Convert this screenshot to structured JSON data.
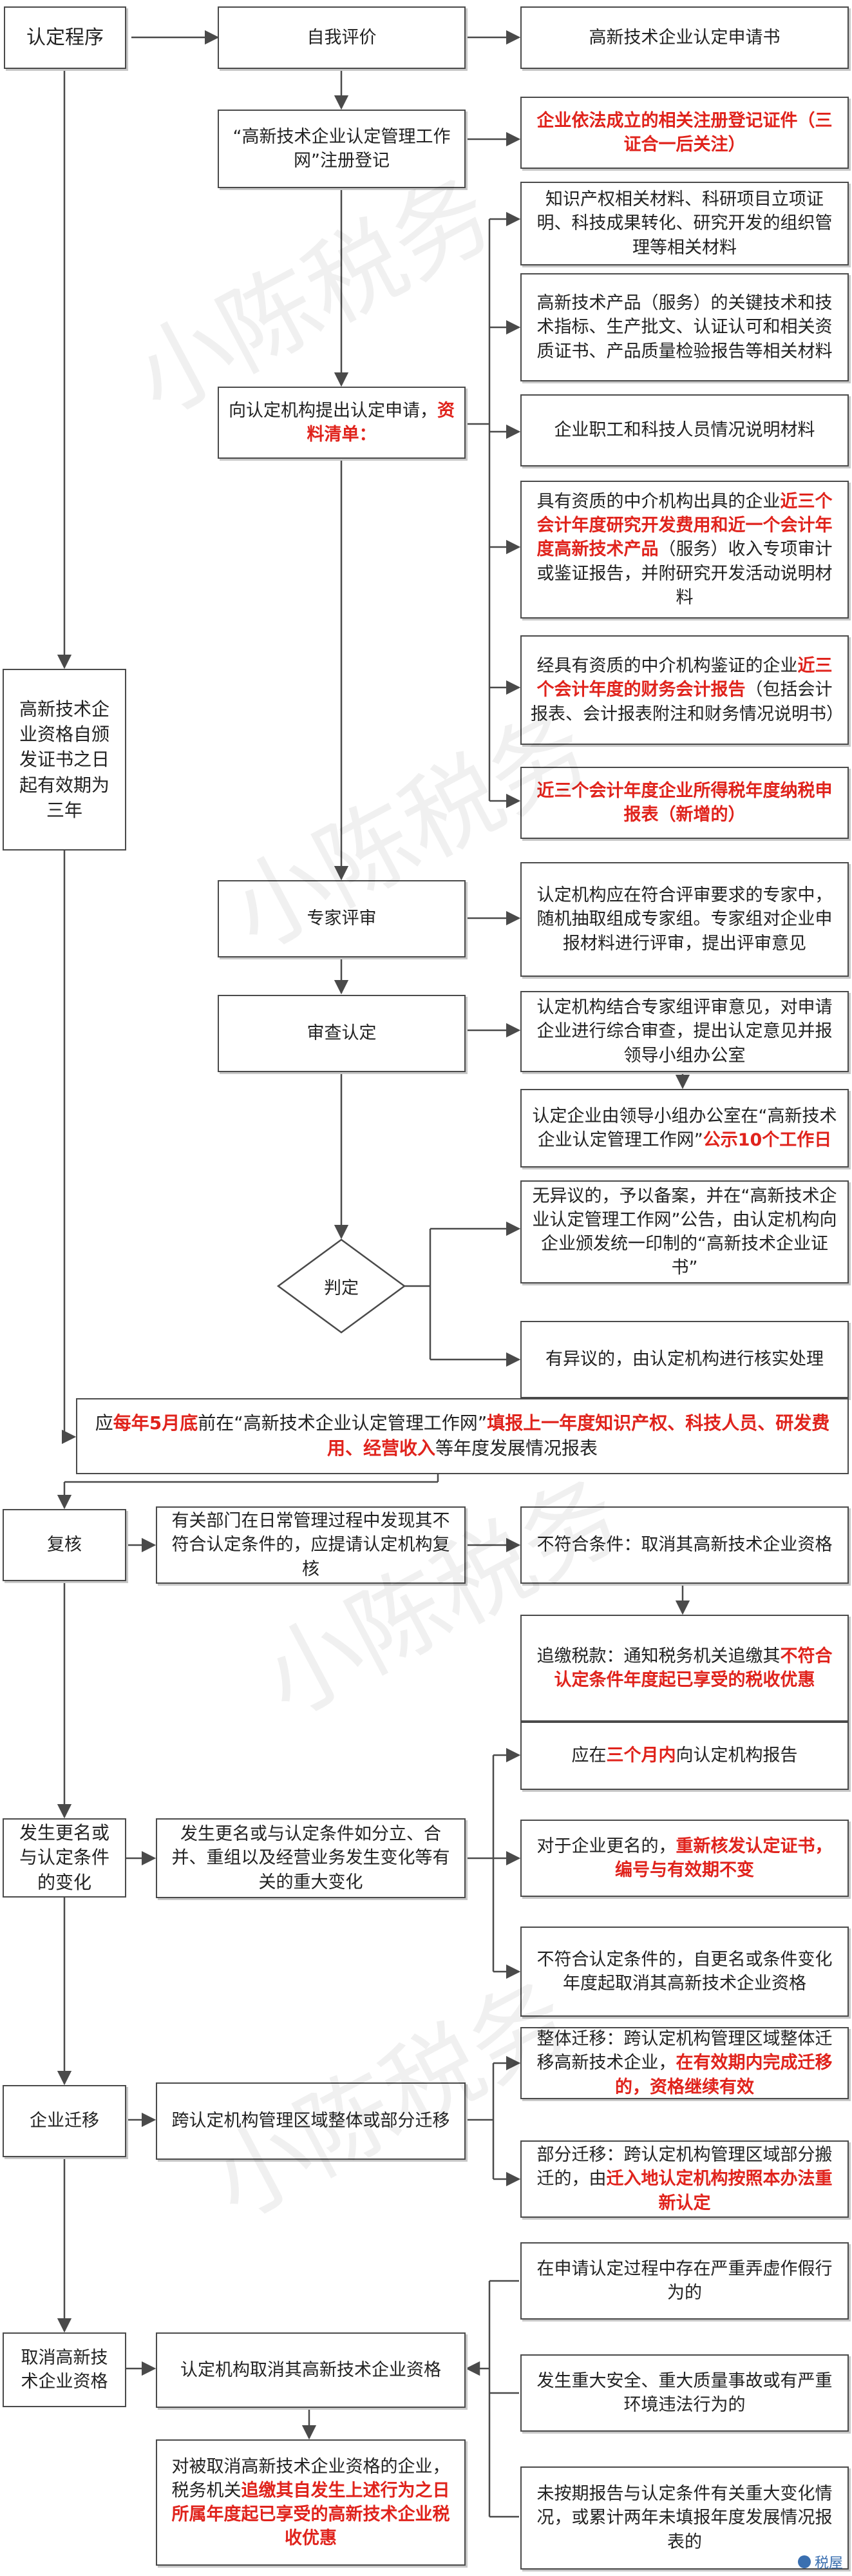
{
  "nodes": {
    "n_prog": {
      "text": "认定程序"
    },
    "n_self": {
      "text": "自我评价"
    },
    "n_reg": {
      "text": "“高新技术企业认定管理工作网”注册登记"
    },
    "n_apply": {
      "runs": [
        {
          "t": "向认定机构提出认定申请，"
        },
        {
          "t": "资料清单：",
          "red": true
        }
      ]
    },
    "n_valid": {
      "text": "高新技术企业资格自颁发证书之日起有效期为三年"
    },
    "n_doc1": {
      "text": "高新技术企业认定申请书"
    },
    "n_doc2": {
      "runs": [
        {
          "t": "企业依法成立的相关注册登记证件（三证合一后关注）",
          "red": true
        }
      ]
    },
    "n_doc3": {
      "text": "知识产权相关材料、科研项目立项证明、科技成果转化、研究开发的组织管理等相关材料"
    },
    "n_doc4": {
      "text": "高新技术产品（服务）的关键技术和技术指标、生产批文、认证认可和相关资质证书、产品质量检验报告等相关材料"
    },
    "n_doc5": {
      "text": "企业职工和科技人员情况说明材料"
    },
    "n_doc6": {
      "runs": [
        {
          "t": "具有资质的中介机构出具的企业"
        },
        {
          "t": "近三个会计年度研究开发费用和近一个会计年度高新技术产品",
          "red": true
        },
        {
          "t": "（服务）收入专项审计或鉴证报告，并附研究开发活动说明材料"
        }
      ]
    },
    "n_doc7": {
      "runs": [
        {
          "t": "经具有资质的中介机构鉴证的企业"
        },
        {
          "t": "近三个会计年度的财务会计报告",
          "red": true
        },
        {
          "t": "（包括会计报表、会计报表附注和财务情况说明书）"
        }
      ]
    },
    "n_doc8": {
      "runs": [
        {
          "t": "近三个会计年度企业所得税年度纳税申报表（新增的）",
          "red": true
        }
      ]
    },
    "n_expert": {
      "text": "专家评审"
    },
    "n_expert_d": {
      "text": "认定机构应在符合评审要求的专家中，随机抽取组成专家组。专家组对企业申报材料进行评审，提出评审意见"
    },
    "n_review": {
      "text": "审查认定"
    },
    "n_review_d1": {
      "text": "认定机构结合专家组评审意见，对申请企业进行综合审查，提出认定意见并报领导小组办公室"
    },
    "n_review_d2": {
      "runs": [
        {
          "t": "认定企业由领导小组办公室在“高新技术企业认定管理工作网”"
        },
        {
          "t": "公示10个工作日",
          "red": true
        }
      ]
    },
    "n_judge": {
      "text": "判定"
    },
    "n_judge_d1": {
      "text": "无异议的，予以备案，并在“高新技术企业认定管理工作网”公告，由认定机构向企业颁发统一印制的“高新技术企业证书”"
    },
    "n_judge_d2": {
      "text": "有异议的，由认定机构进行核实处理"
    },
    "n_annual": {
      "runs": [
        {
          "t": "应"
        },
        {
          "t": "每年5月底",
          "red": true
        },
        {
          "t": "前在“高新技术企业认定管理工作网”"
        },
        {
          "t": "填报上一年度知识产权、科技人员、研发费用、经营收入",
          "red": true
        },
        {
          "t": "等年度发展情况报表"
        }
      ]
    },
    "n_recheck": {
      "text": "复核"
    },
    "n_recheck_d": {
      "text": "有关部门在日常管理过程中发现其不符合认定条件的，应提请认定机构复核"
    },
    "n_recheck_r1": {
      "text": "不符合条件：取消其高新技术企业资格"
    },
    "n_recheck_r2": {
      "runs": [
        {
          "t": "追缴税款：通知税务机关追缴其"
        },
        {
          "t": "不符合认定条件年度起已享受的税收优惠",
          "red": true
        }
      ]
    },
    "n_change": {
      "text": "发生更名或与认定条件的变化"
    },
    "n_change_d": {
      "text": "发生更名或与认定条件如分立、合并、重组以及经营业务发生变化等有关的重大变化"
    },
    "n_change_r1": {
      "runs": [
        {
          "t": "应在"
        },
        {
          "t": "三个月内",
          "red": true
        },
        {
          "t": "向认定机构报告"
        }
      ]
    },
    "n_change_r2": {
      "runs": [
        {
          "t": "对于企业更名的，"
        },
        {
          "t": "重新核发认定证书，编号与有效期不变",
          "red": true
        }
      ]
    },
    "n_change_r3": {
      "text": "不符合认定条件的，自更名或条件变化年度起取消其高新技术企业资格"
    },
    "n_move": {
      "text": "企业迁移"
    },
    "n_move_d": {
      "text": "跨认定机构管理区域整体或部分迁移"
    },
    "n_move_r1": {
      "runs": [
        {
          "t": "整体迁移：跨认定机构管理区域整体迁移高新技术企业，"
        },
        {
          "t": "在有效期内完成迁移的，资格继续有效",
          "red": true
        }
      ]
    },
    "n_move_r2": {
      "runs": [
        {
          "t": "部分迁移：跨认定机构管理区域部分搬迁的，由"
        },
        {
          "t": "迁入地认定机构按照本办法重新认定",
          "red": true
        }
      ]
    },
    "n_cancel": {
      "text": "取消高新技术企业资格"
    },
    "n_cancel_d": {
      "text": "认定机构取消其高新技术企业资格"
    },
    "n_cancel_r1": {
      "text": "在申请认定过程中存在严重弄虚作假行为的"
    },
    "n_cancel_r2": {
      "text": "发生重大安全、重大质量事故或有严重环境违法行为的"
    },
    "n_cancel_r3": {
      "text": "未按期报告与认定条件有关重大变化情况，或累计两年未填报年度发展情况报表的"
    },
    "n_cancel_tax": {
      "runs": [
        {
          "t": "对被取消高新技术企业资格的企业，税务机关"
        },
        {
          "t": "追缴其自发生上述行为之日所属年度起已享受的高新技术企业税收优惠",
          "red": true
        }
      ]
    }
  },
  "watermark": "小陈税务",
  "footer": {
    "logo": "税屋"
  },
  "colors": {
    "line": "#4a4a4a",
    "highlight": "#e0231c",
    "border": "#4a4a4a"
  }
}
